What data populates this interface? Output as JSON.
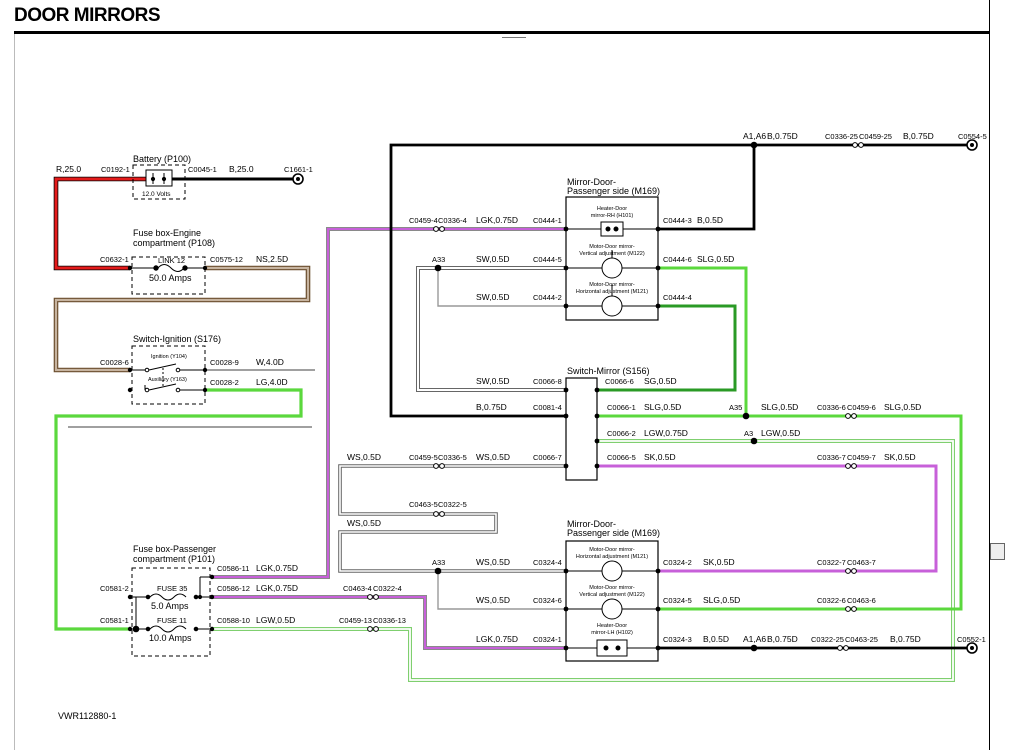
{
  "header": {
    "title": "DOOR MIRRORS"
  },
  "footer": {
    "ref": "VWR112880-1"
  },
  "colors": {
    "red": "#e41b1b",
    "brown": "#8b6a4a",
    "green": "#5bd83d",
    "dark_green": "#2a9a25",
    "pink": "#c760d9",
    "light_green": "#a8e79a",
    "gray": "#9a9a9a",
    "black": "#000000"
  },
  "components": {
    "battery": {
      "name": "Battery (P100)",
      "rating": "12.0 Volts"
    },
    "fuse_engine": {
      "name1": "Fuse box-Engine",
      "name2": "compartment (P108)",
      "link": "LINK 12",
      "rating": "50.0 Amps"
    },
    "switch_ignition": {
      "name": "Switch-Ignition (S176)",
      "pos1": "Ignition (Y104)",
      "pos2": "Auxiliary (Y163)"
    },
    "fuse_passenger": {
      "name1": "Fuse box-Passenger",
      "name2": "compartment (P101)",
      "fuse35": "FUSE 35",
      "fuse35_rating": "5.0 Amps",
      "fuse11": "FUSE 11",
      "fuse11_rating": "10.0 Amps"
    },
    "mirror_pass": {
      "name1": "Mirror-Door-",
      "name2": "Passenger side (M169)",
      "heater1": "Heater-Door",
      "heater2": "mirror-RH (H101)",
      "motor_v1": "Motor-Door mirror-",
      "motor_v2": "Vertical adjustment (M122)",
      "motor_h1": "Motor-Door mirror-",
      "motor_h2": "Horizontal adjustment (M121)"
    },
    "switch_mirror": {
      "name": "Switch-Mirror (S156)"
    },
    "mirror_driver": {
      "name1": "Mirror-Door-",
      "name2": "Passenger side (M169)",
      "motor_h1": "Motor-Door mirror-",
      "motor_h2": "Horizontal adjustment (M121)",
      "motor_v1": "Motor-Door mirror-",
      "motor_v2": "Vertical adjustment (M122)",
      "heater1": "Heater-Door",
      "heater2": "mirror-LH (H102)"
    }
  },
  "labels": [
    {
      "id": "l1",
      "text": "R,25.0"
    },
    {
      "id": "l2",
      "text": "C0192-1"
    },
    {
      "id": "l3",
      "text": "C0045-1"
    },
    {
      "id": "l4",
      "text": "B,25.0"
    },
    {
      "id": "l5",
      "text": "C1661-1"
    },
    {
      "id": "l6",
      "text": "C0632-1"
    },
    {
      "id": "l7",
      "text": "C0575-12"
    },
    {
      "id": "l8",
      "text": "NS,2.5D"
    },
    {
      "id": "l9",
      "text": "C0028-6"
    },
    {
      "id": "l10",
      "text": "C0028-9"
    },
    {
      "id": "l11",
      "text": "W,4.0D"
    },
    {
      "id": "l12",
      "text": "C0028-2"
    },
    {
      "id": "l13",
      "text": "LG,4.0D"
    },
    {
      "id": "l14",
      "text": "A1,A6"
    },
    {
      "id": "l15",
      "text": "B,0.75D"
    },
    {
      "id": "l16",
      "text": "C0336-25"
    },
    {
      "id": "l17",
      "text": "C0459-25"
    },
    {
      "id": "l18",
      "text": "B,0.75D"
    },
    {
      "id": "l19",
      "text": "C0554-5"
    },
    {
      "id": "l20",
      "text": "C0459-4"
    },
    {
      "id": "l21",
      "text": "C0336-4"
    },
    {
      "id": "l22",
      "text": "LGK,0.75D"
    },
    {
      "id": "l23",
      "text": "C0444-1"
    },
    {
      "id": "l24",
      "text": "C0444-3"
    },
    {
      "id": "l25",
      "text": "B,0.5D"
    },
    {
      "id": "l26",
      "text": "A33"
    },
    {
      "id": "l27",
      "text": "SW,0.5D"
    },
    {
      "id": "l28",
      "text": "C0444-5"
    },
    {
      "id": "l29",
      "text": "C0444-6"
    },
    {
      "id": "l30",
      "text": "SLG,0.5D"
    },
    {
      "id": "l31",
      "text": "SW,0.5D"
    },
    {
      "id": "l32",
      "text": "C0444-2"
    },
    {
      "id": "l33",
      "text": "C0444-4"
    },
    {
      "id": "l34",
      "text": "SW,0.5D"
    },
    {
      "id": "l35",
      "text": "C0066-8"
    },
    {
      "id": "l36",
      "text": "C0066-6"
    },
    {
      "id": "l37",
      "text": "SG,0.5D"
    },
    {
      "id": "l38",
      "text": "B,0.75D"
    },
    {
      "id": "l39",
      "text": "C0081-4"
    },
    {
      "id": "l40",
      "text": "C0066-1"
    },
    {
      "id": "l41",
      "text": "SLG,0.5D"
    },
    {
      "id": "l42",
      "text": "A35"
    },
    {
      "id": "l43",
      "text": "SLG,0.5D"
    },
    {
      "id": "l44",
      "text": "C0336-6"
    },
    {
      "id": "l45",
      "text": "C0459-6"
    },
    {
      "id": "l46",
      "text": "SLG,0.5D"
    },
    {
      "id": "l47",
      "text": "C0066-2"
    },
    {
      "id": "l48",
      "text": "LGW,0.75D"
    },
    {
      "id": "l49",
      "text": "A3"
    },
    {
      "id": "l50",
      "text": "LGW,0.5D"
    },
    {
      "id": "l51",
      "text": "WS,0.5D"
    },
    {
      "id": "l52",
      "text": "C0459-5"
    },
    {
      "id": "l53",
      "text": "C0336-5"
    },
    {
      "id": "l54",
      "text": "WS,0.5D"
    },
    {
      "id": "l55",
      "text": "C0066-7"
    },
    {
      "id": "l56",
      "text": "C0066-5"
    },
    {
      "id": "l57",
      "text": "SK,0.5D"
    },
    {
      "id": "l58",
      "text": "C0336-7"
    },
    {
      "id": "l59",
      "text": "C0459-7"
    },
    {
      "id": "l60",
      "text": "SK,0.5D"
    },
    {
      "id": "l61",
      "text": "C0463-5"
    },
    {
      "id": "l62",
      "text": "C0322-5"
    },
    {
      "id": "l63",
      "text": "WS,0.5D"
    },
    {
      "id": "l64",
      "text": "A33"
    },
    {
      "id": "l65",
      "text": "WS,0.5D"
    },
    {
      "id": "l66",
      "text": "C0324-4"
    },
    {
      "id": "l67",
      "text": "C0324-2"
    },
    {
      "id": "l68",
      "text": "SK,0.5D"
    },
    {
      "id": "l69",
      "text": "C0322-7"
    },
    {
      "id": "l70",
      "text": "C0463-7"
    },
    {
      "id": "l71",
      "text": "WS,0.5D"
    },
    {
      "id": "l72",
      "text": "C0324-6"
    },
    {
      "id": "l73",
      "text": "C0324-5"
    },
    {
      "id": "l74",
      "text": "SLG,0.5D"
    },
    {
      "id": "l75",
      "text": "C0322-6"
    },
    {
      "id": "l76",
      "text": "C0463-6"
    },
    {
      "id": "l77",
      "text": "C0586-11"
    },
    {
      "id": "l78",
      "text": "LGK,0.75D"
    },
    {
      "id": "l79",
      "text": "C0581-2"
    },
    {
      "id": "l80",
      "text": "C0586-12"
    },
    {
      "id": "l81",
      "text": "LGK,0.75D"
    },
    {
      "id": "l82",
      "text": "C0463-4"
    },
    {
      "id": "l83",
      "text": "C0322-4"
    },
    {
      "id": "l84",
      "text": "C0581-1"
    },
    {
      "id": "l85",
      "text": "C0588-10"
    },
    {
      "id": "l86",
      "text": "LGW,0.5D"
    },
    {
      "id": "l87",
      "text": "C0459-13"
    },
    {
      "id": "l88",
      "text": "C0336-13"
    },
    {
      "id": "l89",
      "text": "LGK,0.75D"
    },
    {
      "id": "l90",
      "text": "C0324-1"
    },
    {
      "id": "l91",
      "text": "C0324-3"
    },
    {
      "id": "l92",
      "text": "B,0.5D"
    },
    {
      "id": "l93",
      "text": "A1,A6"
    },
    {
      "id": "l94",
      "text": "B,0.75D"
    },
    {
      "id": "l95",
      "text": "C0322-25"
    },
    {
      "id": "l96",
      "text": "C0463-25"
    },
    {
      "id": "l97",
      "text": "B,0.75D"
    },
    {
      "id": "l98",
      "text": "C0552-1"
    }
  ]
}
